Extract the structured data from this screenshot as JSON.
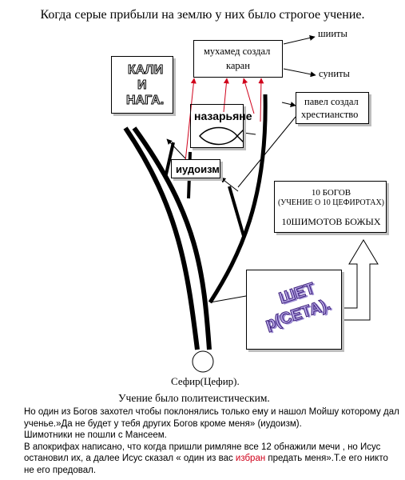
{
  "title": "Когда серые прибыли на землю у них было строгое учение.",
  "nodes": {
    "kali": [
      "КАЛИ",
      "И",
      "НАГА."
    ],
    "muhamed": [
      "мухамед создал",
      "каран"
    ],
    "shiity": "шииты",
    "sunity": "суниты",
    "pavel": [
      "павел создал",
      "хрестианство"
    ],
    "nazaryane": "назарьяне",
    "iudaizm": "иудоизм",
    "gods": [
      "10 БОГОВ",
      "(УЧЕНИЕ О 10 ЦЕФИРОТАХ)",
      "10ШИМОТОВ БОЖЫХ"
    ],
    "seta": [
      "ШЕТ",
      "р(СЕТА)."
    ],
    "root": "Сефир(Цефир)."
  },
  "caption": "Учение было политеистическим.",
  "text": {
    "p1": "Но один из Богов захотел чтобы поклонялись только ему и нашол Мойшу которому дал ученье.»Да не будет у тебя других Богов кроме меня» (иудоизм).",
    "p2": "Шимотники не пошли с Мансеем.",
    "p3_before": "В апокрифах написано, что когда пришли римляне все 12 обнажили мечи , но Исус остановил их, а далее Исус сказал « один из вас ",
    "p3_red": "избран",
    "p3_after": " предать меня».Т.е его никто не его предовал."
  },
  "colors": {
    "arrow_red": "#d0021b",
    "seta_text": "#b9a9e8",
    "seta_stroke": "#3a1d78"
  }
}
